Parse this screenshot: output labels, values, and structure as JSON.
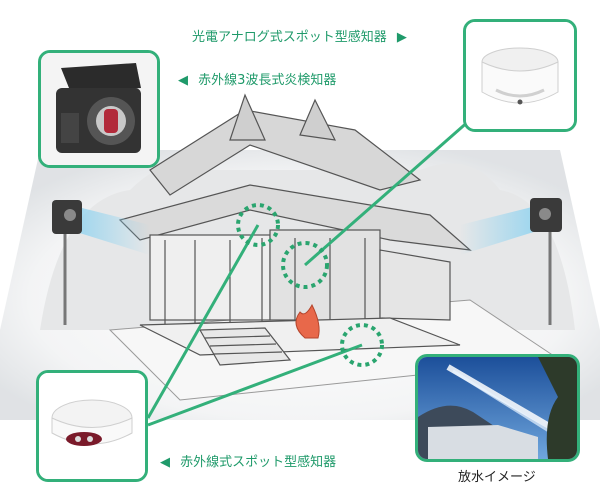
{
  "labels": {
    "photoelectric": "光電アナログ式スポット型感知器",
    "flame": "赤外線3波長式炎検知器",
    "infrared_spot": "赤外線式スポット型感知器",
    "water_discharge": "放水イメージ"
  },
  "colors": {
    "accent": "#33b07a",
    "label_text": "#1f9a6a",
    "arrow": "#1f9a6a",
    "dotted_ring": "#2aa56f",
    "flame_mark": "#e8684a"
  },
  "icons": {
    "left_arrow": "◀",
    "right_arrow": "▶"
  }
}
